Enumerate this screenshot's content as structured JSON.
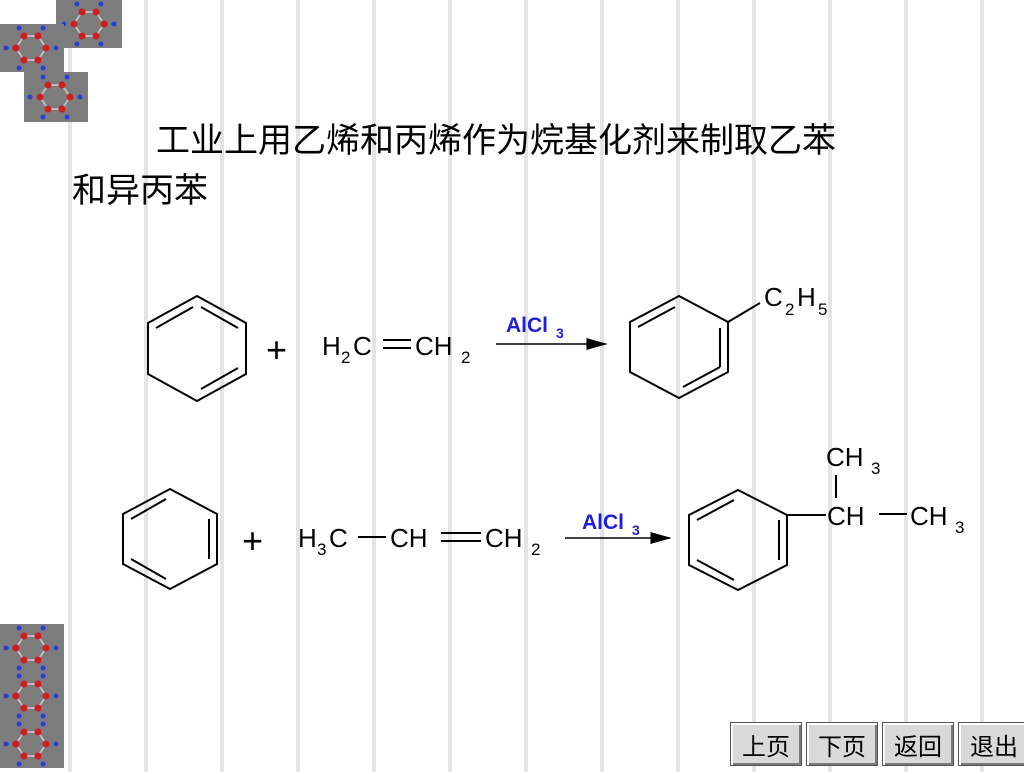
{
  "title": {
    "line1": "工业上用乙烯和丙烯作为烷基化剂来制取乙苯",
    "line2": "和异丙苯"
  },
  "reactions": {
    "r1": {
      "plus": "+",
      "reagent": {
        "h": "H",
        "h_sub": "2",
        "c1": "C",
        "c2": "CH",
        "c2_sub": "2"
      },
      "catalyst": {
        "main": "AlCl",
        "sub": "3"
      },
      "product": {
        "c": "C",
        "c_sub": "2",
        "h": "H",
        "h_sub": "5"
      }
    },
    "r2": {
      "plus": "+",
      "reagent": {
        "h3c_h": "H",
        "h3c_sub": "3",
        "h3c_c": "C",
        "ch": "CH",
        "ch2": "CH",
        "ch2_sub": "2"
      },
      "catalyst": {
        "main": "AlCl",
        "sub": "3"
      },
      "product": {
        "ch3_top": "CH",
        "ch3_top_sub": "3",
        "ch": "CH",
        "ch3_right": "CH",
        "ch3_right_sub": "3"
      }
    }
  },
  "nav": {
    "prev": "上页",
    "next": "下页",
    "back": "返回",
    "exit": "退出"
  },
  "colors": {
    "catalyst": "#1f1fd6",
    "tile": "#7d7d7d",
    "atom_red": "#cc1f1f",
    "atom_blue": "#2a3fd8"
  }
}
